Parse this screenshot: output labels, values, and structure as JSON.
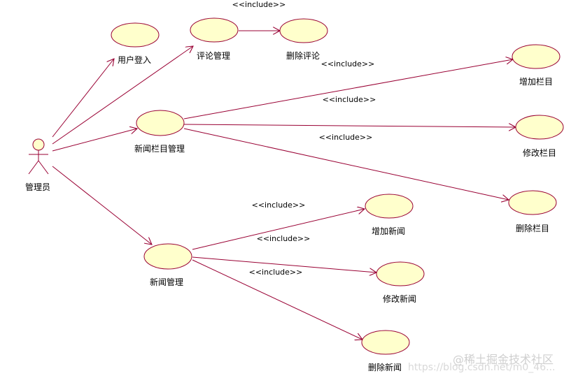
{
  "diagram": {
    "actor": {
      "label": "管理员"
    },
    "use_cases": {
      "login": "用户登入",
      "comment_mgmt": "评论管理",
      "delete_comment": "删除评论",
      "column_mgmt": "新闻栏目管理",
      "add_column": "增加栏目",
      "edit_column": "修改栏目",
      "delete_column": "删除栏目",
      "news_mgmt": "新闻管理",
      "add_news": "增加新闻",
      "edit_news": "修改新闻",
      "delete_news": "删除新闻"
    },
    "include_label": "<<include>>"
  },
  "watermark": {
    "url": "https://blog.csdn.net/m0_46...",
    "brand": "@稀土掘金技术社区"
  },
  "colors": {
    "ellipse_fill": "#ffffcc",
    "line": "#990033"
  }
}
